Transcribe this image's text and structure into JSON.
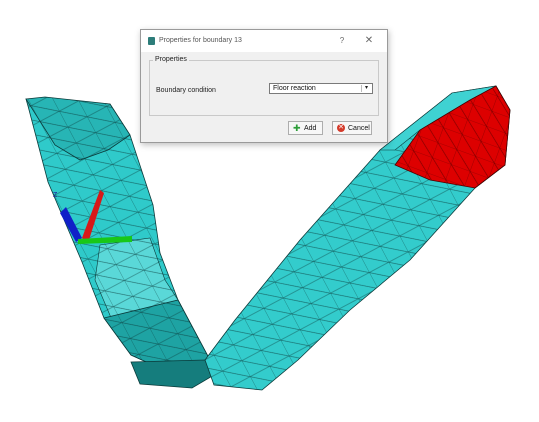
{
  "dialog": {
    "title": "Properties for boundary 13",
    "help_glyph": "?",
    "close_glyph": "✕",
    "group_title": "Properties",
    "field_label": "Boundary condition",
    "field_value": "Floor reaction",
    "dropdown_glyph": "▾",
    "add_label": "Add",
    "cancel_label": "Cancel",
    "add_icon": "plus-icon",
    "cancel_icon": "cancel-icon"
  },
  "viewport": {
    "axis_z_label": "Z",
    "mesh_color": "#33cccc",
    "selected_boundary_color": "#dd0000",
    "edge_color": "#0a3a3a"
  }
}
